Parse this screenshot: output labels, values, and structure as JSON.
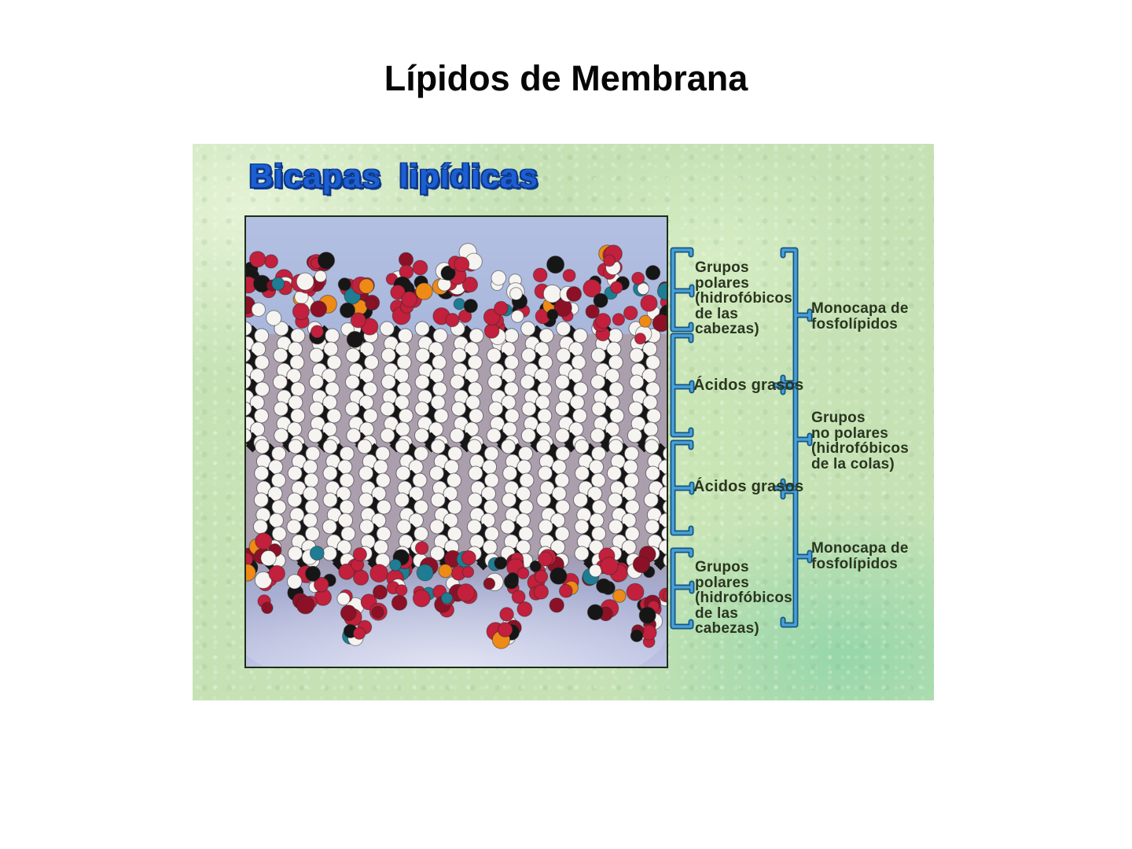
{
  "page": {
    "title": "Lípidos de Membrana"
  },
  "slide": {
    "heading": "Bicapas lipídicas",
    "heading_color": "#1b5fd3",
    "panel_color": "#c6e2b5"
  },
  "figure": {
    "description_icon": "lipid-bilayer-space-filling-model",
    "background_top": "#a9b7dc",
    "background_middle": "#ab9fae",
    "background_bottom": "#bdc2e4",
    "border_color": "#1e2d1a",
    "atom_palette": {
      "carbon": "#161616",
      "hydrogen": "#f6f4f1",
      "oxygen": "#c2203c",
      "oxygen_dark": "#8c1127",
      "phosphorus": "#ee8a16",
      "nitrogen": "#1e7d93"
    }
  },
  "annotations": {
    "bracket_color": "#48a0da",
    "bracket_edge_color": "#17567f",
    "label_color": "#2a3620",
    "labels": {
      "polar_top": "Grupos\npolares\n(hidrofóbicos\nde las\ncabezas)",
      "monolayer_top": "Monocapa de\nfosfolípidos",
      "fatty_acids_top": "Ácidos grasos",
      "nonpolar": "Grupos\nno polares\n(hidrofóbicos\nde la colas)",
      "fatty_acids_bottom": "Ácidos grasos",
      "monolayer_bottom": "Monocapa de\nfosfolípidos",
      "polar_bottom": "Grupos\npolares\n(hidrofóbicos\nde las\ncabezas)"
    }
  }
}
